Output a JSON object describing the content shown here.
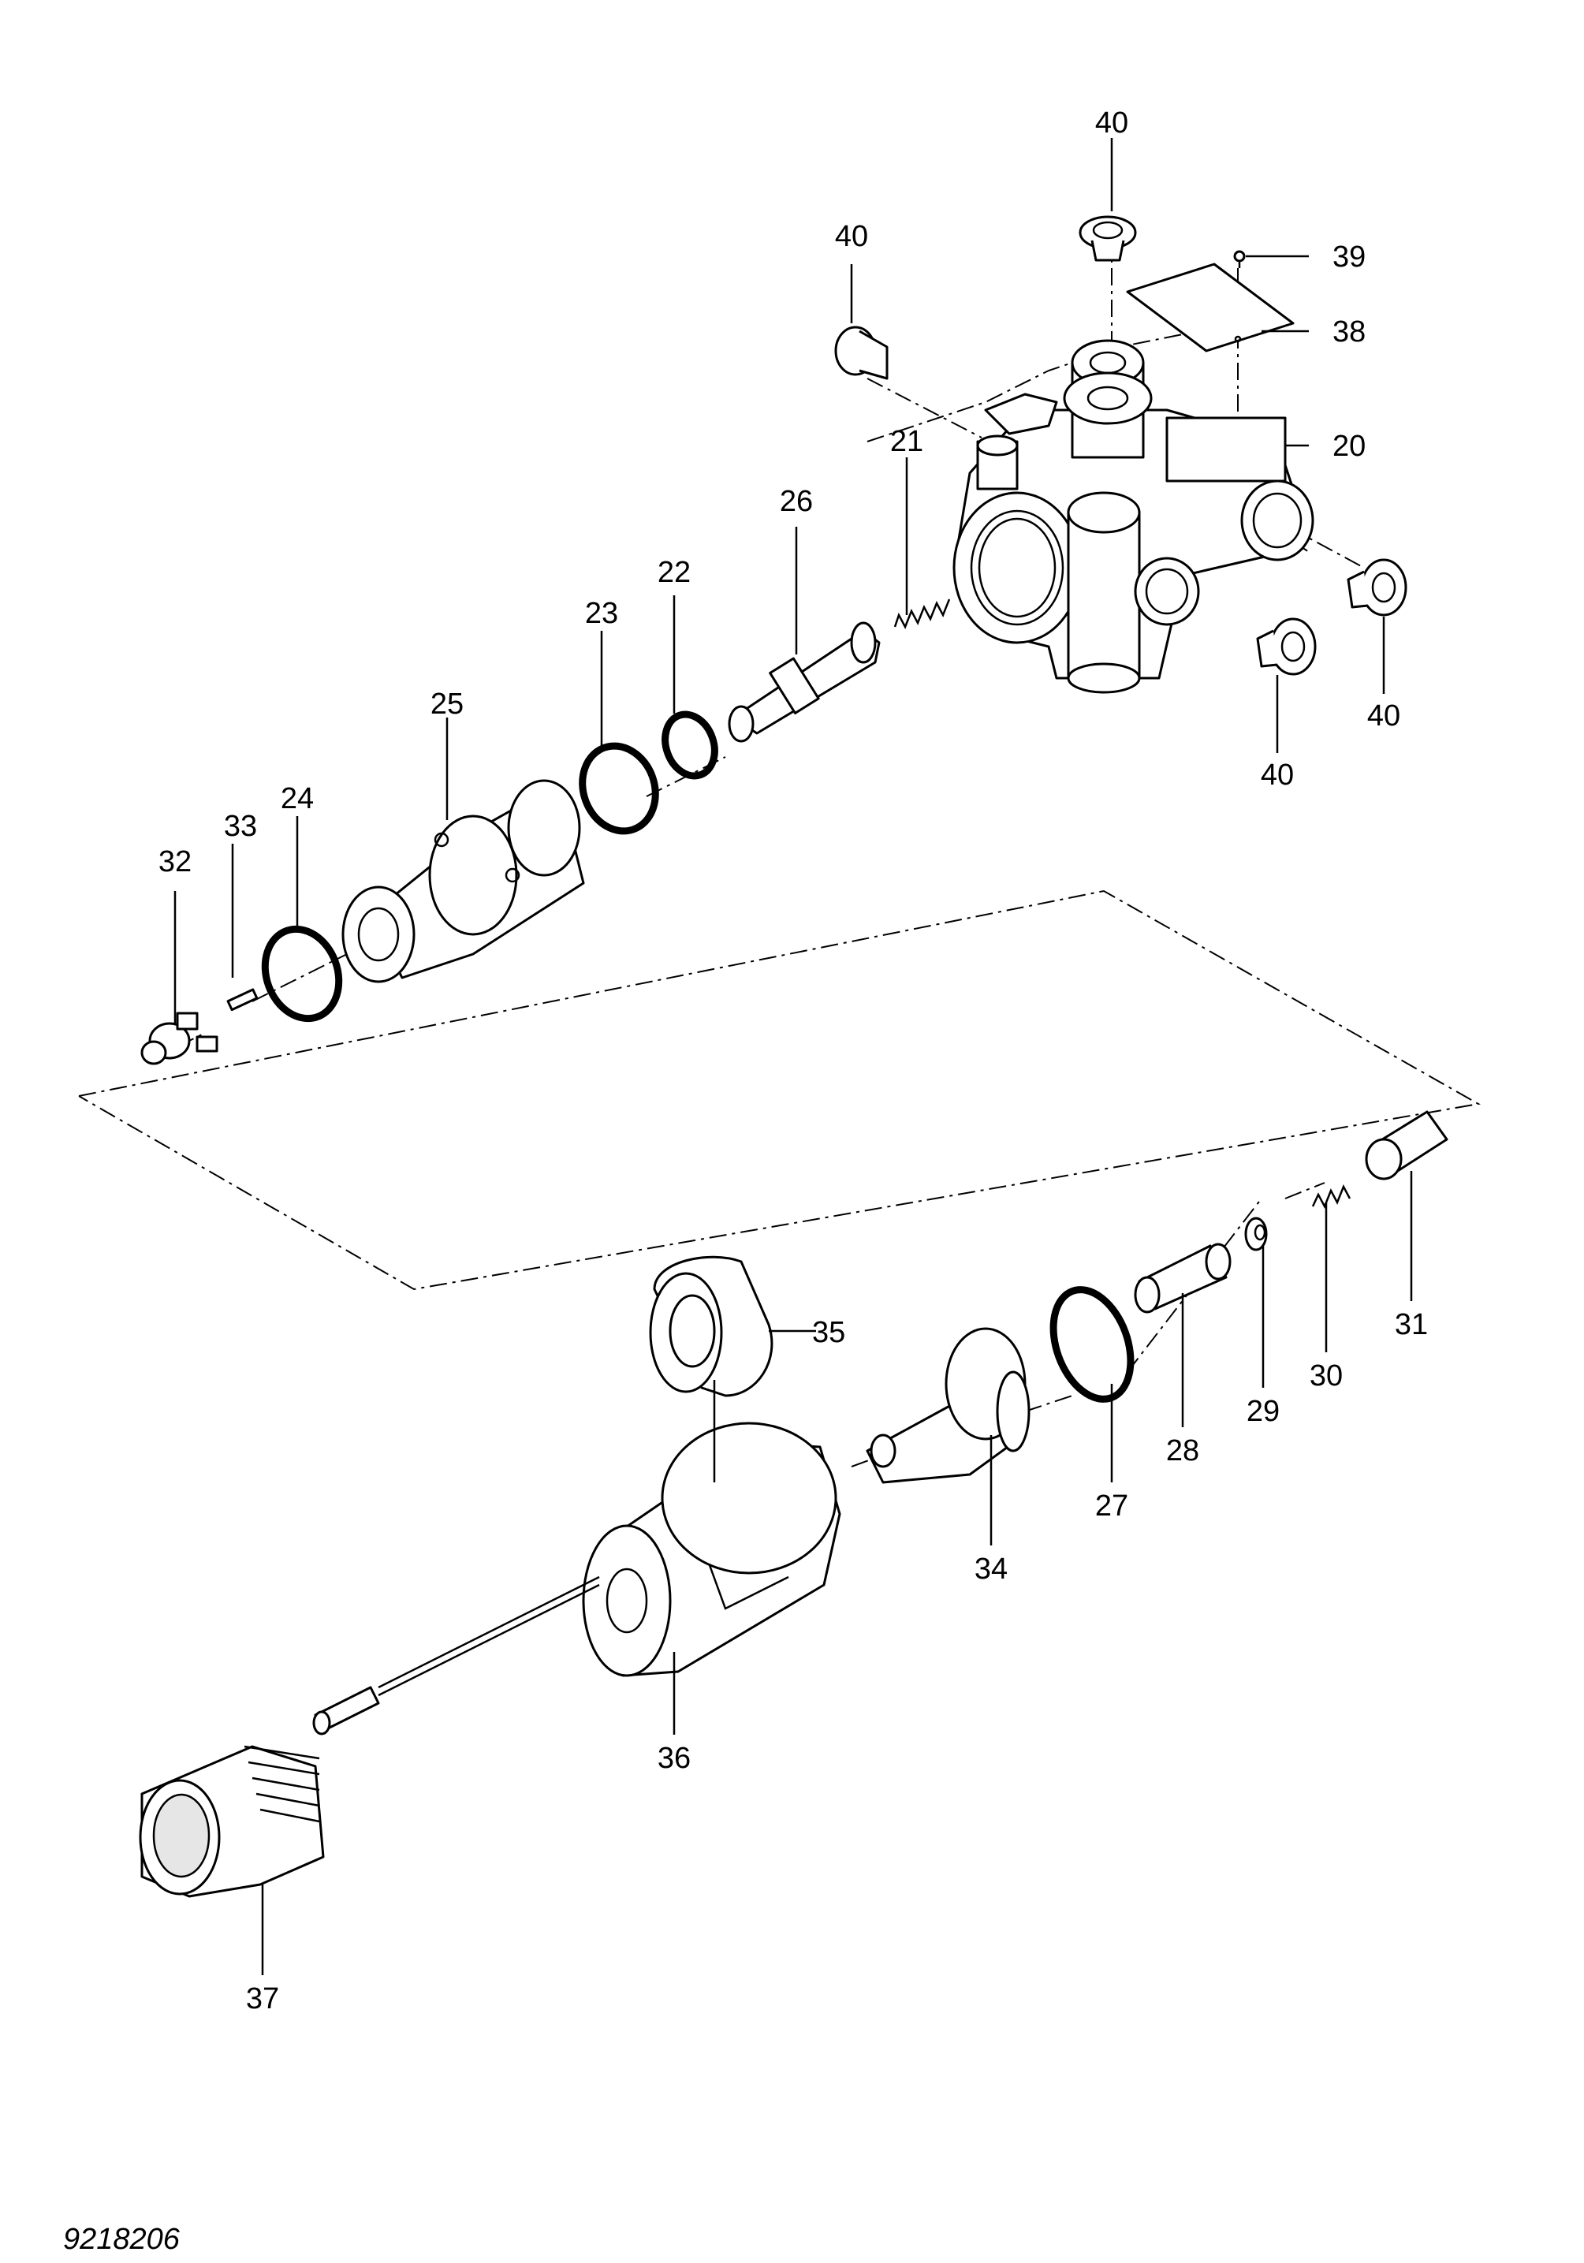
{
  "diagram": {
    "callouts": [
      "40",
      "40",
      "39",
      "38",
      "20",
      "21",
      "26",
      "22",
      "23",
      "25",
      "24",
      "33",
      "32",
      "40",
      "40",
      "35",
      "27",
      "28",
      "29",
      "30",
      "31",
      "34",
      "36",
      "37"
    ],
    "drawing_code": "9218206"
  }
}
